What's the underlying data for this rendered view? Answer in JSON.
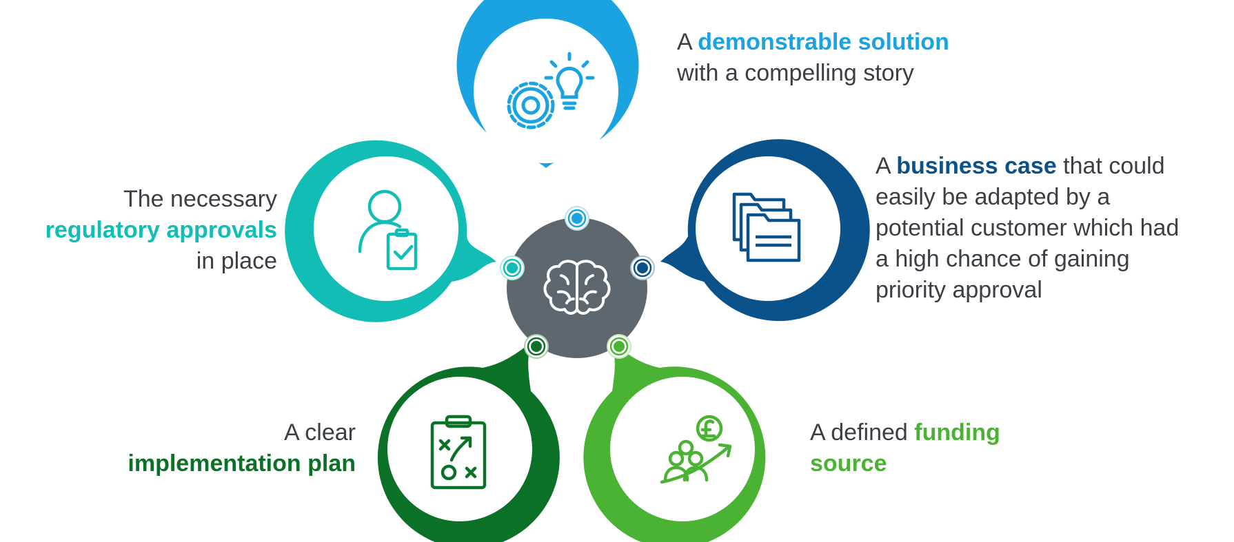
{
  "colors": {
    "top": "#1aa3e0",
    "left": "#11bdb4",
    "right": "#0a5289",
    "bottom_left": "#0b7127",
    "bottom_right": "#4bb333",
    "center": "#5f676e",
    "text": "#3a3f46"
  },
  "center": {
    "icon": "brain-icon"
  },
  "items": {
    "top": {
      "icon": "gear-lightbulb-icon",
      "pre": "A ",
      "highlight": "demonstrable solution",
      "line2": "with a compelling story"
    },
    "left": {
      "icon": "person-checklist-icon",
      "line1": "The necessary",
      "highlight": "regulatory approvals",
      "line3": "in place"
    },
    "right": {
      "icon": "folders-icon",
      "pre": "A ",
      "highlight": "business case",
      "post": " that could",
      "line2": "easily be adapted by a",
      "line3": "potential customer which had",
      "line4": "a high chance of gaining",
      "line5": "priority approval"
    },
    "bottom_left": {
      "icon": "strategy-board-icon",
      "line1": "A clear",
      "highlight": "implementation plan"
    },
    "bottom_right": {
      "icon": "funding-growth-icon",
      "pre": "A defined ",
      "highlight": "funding",
      "line2": "source"
    }
  }
}
